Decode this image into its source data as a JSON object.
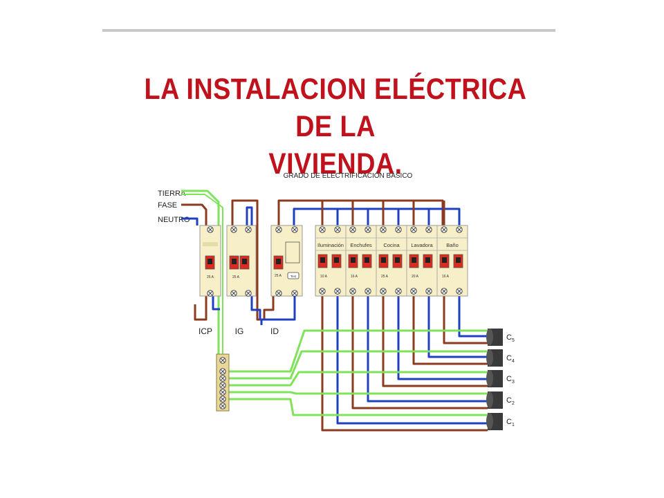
{
  "page": {
    "title_line1": "LA INSTALACION ELÉCTRICA DE LA",
    "title_line2": "VIVIENDA."
  },
  "diagram": {
    "heading": "GRADO DE ELECTRIFICACIÓN BÁSICO",
    "supply_lines": [
      "TIERRA",
      "FASE",
      "NEUTRO"
    ],
    "devices": [
      {
        "label": "ICP",
        "rating": "25 A"
      },
      {
        "label": "IG",
        "rating": "25 A"
      },
      {
        "label": "ID",
        "rating": "25 A"
      }
    ],
    "pia_breakers": [
      {
        "name": "Iluminación",
        "rating": "10 A"
      },
      {
        "name": "Enchufes",
        "rating": "16 A"
      },
      {
        "name": "Cocina",
        "rating": "25 A"
      },
      {
        "name": "Lavadora",
        "rating": "20 A"
      },
      {
        "name": "Baño",
        "rating": "16 A"
      }
    ],
    "circuits": [
      {
        "label": "C",
        "sub": "5"
      },
      {
        "label": "C",
        "sub": "4"
      },
      {
        "label": "C",
        "sub": "3"
      },
      {
        "label": "C",
        "sub": "2"
      },
      {
        "label": "C",
        "sub": "1"
      }
    ],
    "colors": {
      "title": "#c0121c",
      "ground": "#7fe35a",
      "phase": "#8b3a1e",
      "neutral": "#1f3fc2",
      "module": "#f6efc8",
      "breaker_red": "#d92b1f",
      "conduit": "#3a3a3a"
    }
  }
}
